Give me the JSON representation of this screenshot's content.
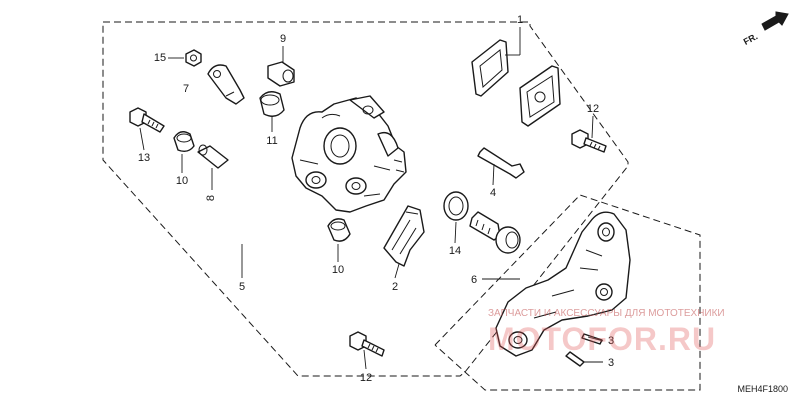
{
  "diagram": {
    "direction_label": "FR.",
    "diagram_code": "MEH4F1800",
    "callouts": {
      "pads": "1",
      "pad_spring": "2",
      "pins_upper": "3",
      "pins_lower": "3",
      "slide_pin": "4",
      "caliper_assy": "5",
      "bracket": "6",
      "pad_retainer": "7",
      "bleed_screw": "8",
      "cap": "9",
      "boot_lower": "10",
      "boot_upper": "10",
      "piston": "11",
      "bolt_upper": "12",
      "bolt_lower": "12",
      "bolt_left": "13",
      "seal": "14",
      "nut": "15"
    },
    "watermark": {
      "line1": "ЗАПЧАСТИ И АКСЕССУАРЫ ДЛЯ МОТОТЕХНИКИ",
      "line2": "MOTOFOR.RU"
    }
  }
}
